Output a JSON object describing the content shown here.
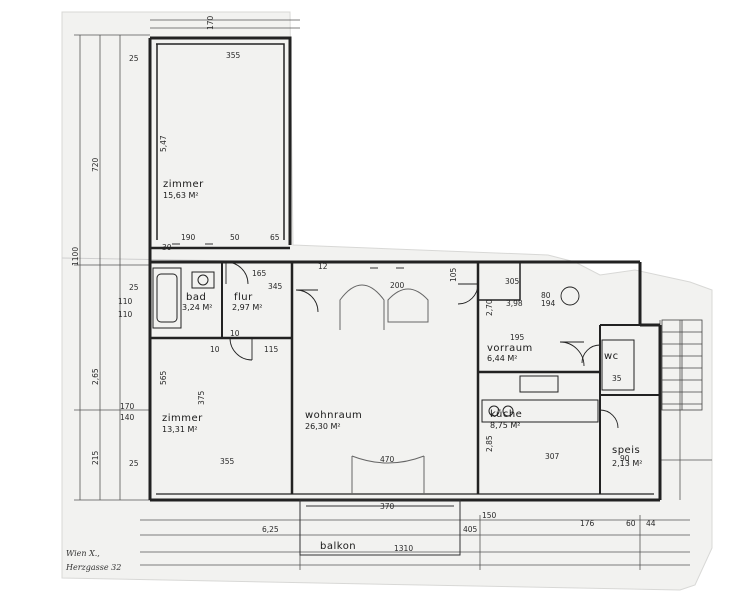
{
  "rooms": {
    "zimmer_top": {
      "name": "zimmer",
      "area": "15,63 M²"
    },
    "bad": {
      "name": "bad",
      "area": "3,24 M²"
    },
    "flur": {
      "name": "flur",
      "area": "2,97 M²"
    },
    "zimmer_bottom": {
      "name": "zimmer",
      "area": "13,31 M²"
    },
    "wohnraum": {
      "name": "wohnraum",
      "area": "26,30 M²"
    },
    "vorraum": {
      "name": "vorraum",
      "area": "6,44 M²"
    },
    "kueche": {
      "name": "küche",
      "area": "8,75 M²"
    },
    "wc": {
      "name": "wc"
    },
    "speis": {
      "name": "speis",
      "area": "2,13 M²"
    },
    "balkon": {
      "name": "balkon"
    }
  },
  "dimensions": {
    "d25_top": "25",
    "d170": "170",
    "d355_top": "355",
    "d720": "720",
    "d547": "5,47",
    "d190": "190",
    "d50": "50",
    "d65": "65",
    "d1100": "1100",
    "d30": "30",
    "d165": "165",
    "d345": "345",
    "d200": "200",
    "d105": "105",
    "d305": "305",
    "d25_mid": "25",
    "d110_a": "110",
    "d110_b": "110",
    "d265": "2,65",
    "d565": "565",
    "d375": "375",
    "d115": "115",
    "d270": "2,70",
    "d195": "195",
    "d80": "80",
    "d194": "194",
    "d170b": "170",
    "d140": "140",
    "d215": "215",
    "d355_bot": "355",
    "d470": "470",
    "d307": "307",
    "d90": "90",
    "d25_bot": "25",
    "d370": "370",
    "d625": "6,25",
    "d405": "405",
    "d150": "150",
    "d176": "176",
    "d60": "60",
    "d44": "44",
    "d1310": "1310",
    "d285": "2,85",
    "d35": "35",
    "d398": "3,98",
    "d10_a": "10",
    "d10_b": "10",
    "d12": "12"
  },
  "handwriting": {
    "line1": "Wien X.,",
    "line2": "Herzgasse 32"
  }
}
